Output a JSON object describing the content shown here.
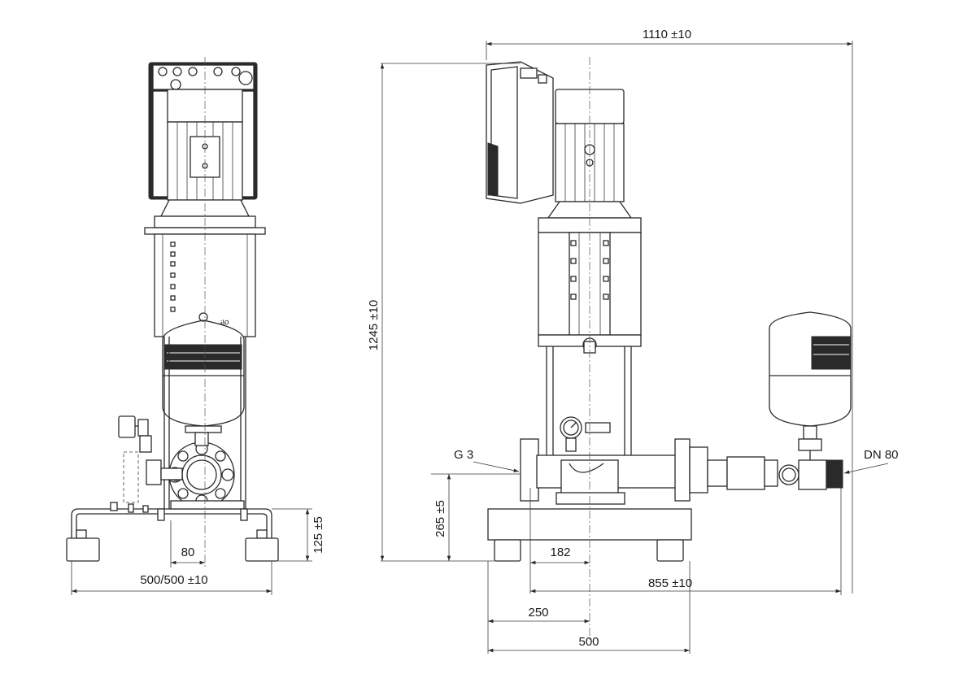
{
  "dimensions": {
    "total_width": "1110 ±10",
    "total_height": "1245 ±10",
    "base_depth": "500/500 ±10",
    "offset_80": "80",
    "foot_height": "125 ±5",
    "suction_height": "265 ±5",
    "suction_connection": "G 3",
    "discharge_connection": "DN 80",
    "offset_182": "182",
    "length_855": "855 ±10",
    "offset_250": "250",
    "base_width": "500"
  },
  "brand_mark": "wilo"
}
